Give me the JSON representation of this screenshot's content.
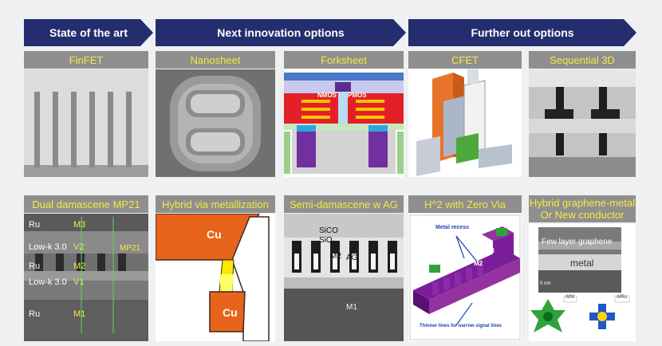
{
  "banners": {
    "state": "State of the art",
    "next": "Next innovation options",
    "further": "Further out options"
  },
  "top": {
    "finfet": "FinFET",
    "nanosheet": "Nanosheet",
    "forksheet": "Forksheet",
    "cfet": "CFET",
    "seq3d": "Sequential 3D",
    "forksheet_labels": {
      "nmos": "NMOS",
      "pmos": "PMOS"
    }
  },
  "bottom": {
    "dual": "Dual damascene MP21",
    "hybrid": "Hybrid via metallization",
    "semi": "Semi-damascene w AG",
    "h2": "H^2 with Zero Via",
    "graphene_line1": "Hybrid graphene-metal",
    "graphene_line2": "Or New conductor"
  },
  "dual_labels": {
    "ru1": "Ru",
    "m3": "M3",
    "lowk1": "Low-k 3.0",
    "v2": "V2",
    "ru2": "Ru",
    "m2": "M2",
    "lowk2": "Low-k 3.0",
    "v1": "V1",
    "ru3": "Ru",
    "m1": "M1",
    "mp21": "MP21"
  },
  "hybrid_labels": {
    "cu_top": "Cu",
    "cu_bottom": "Cu"
  },
  "semi_labels": {
    "sico": "SiCO",
    "sio2": "SiO",
    "sio2_sub": "2",
    "m2": "M2",
    "ag": "AG",
    "m1": "M1"
  },
  "h2_labels": {
    "metal_recess": "Metal recess",
    "v3": "V3",
    "m2": "M2",
    "thinner": "Thinner lines for narrow signal lines"
  },
  "graphene_labels": {
    "few_layer": "Few layer graphene",
    "metal": "metal",
    "scale": "5 nm",
    "alni": "AlNi",
    "alru": "AlRu"
  },
  "colors": {
    "banner": "#262d6e",
    "header": "#8f8f8f",
    "header_text": "#f4ea3a",
    "cu": "#e8631c",
    "via": "#ffe800",
    "purple": "#7a1e9a",
    "green": "#2fa33a"
  }
}
